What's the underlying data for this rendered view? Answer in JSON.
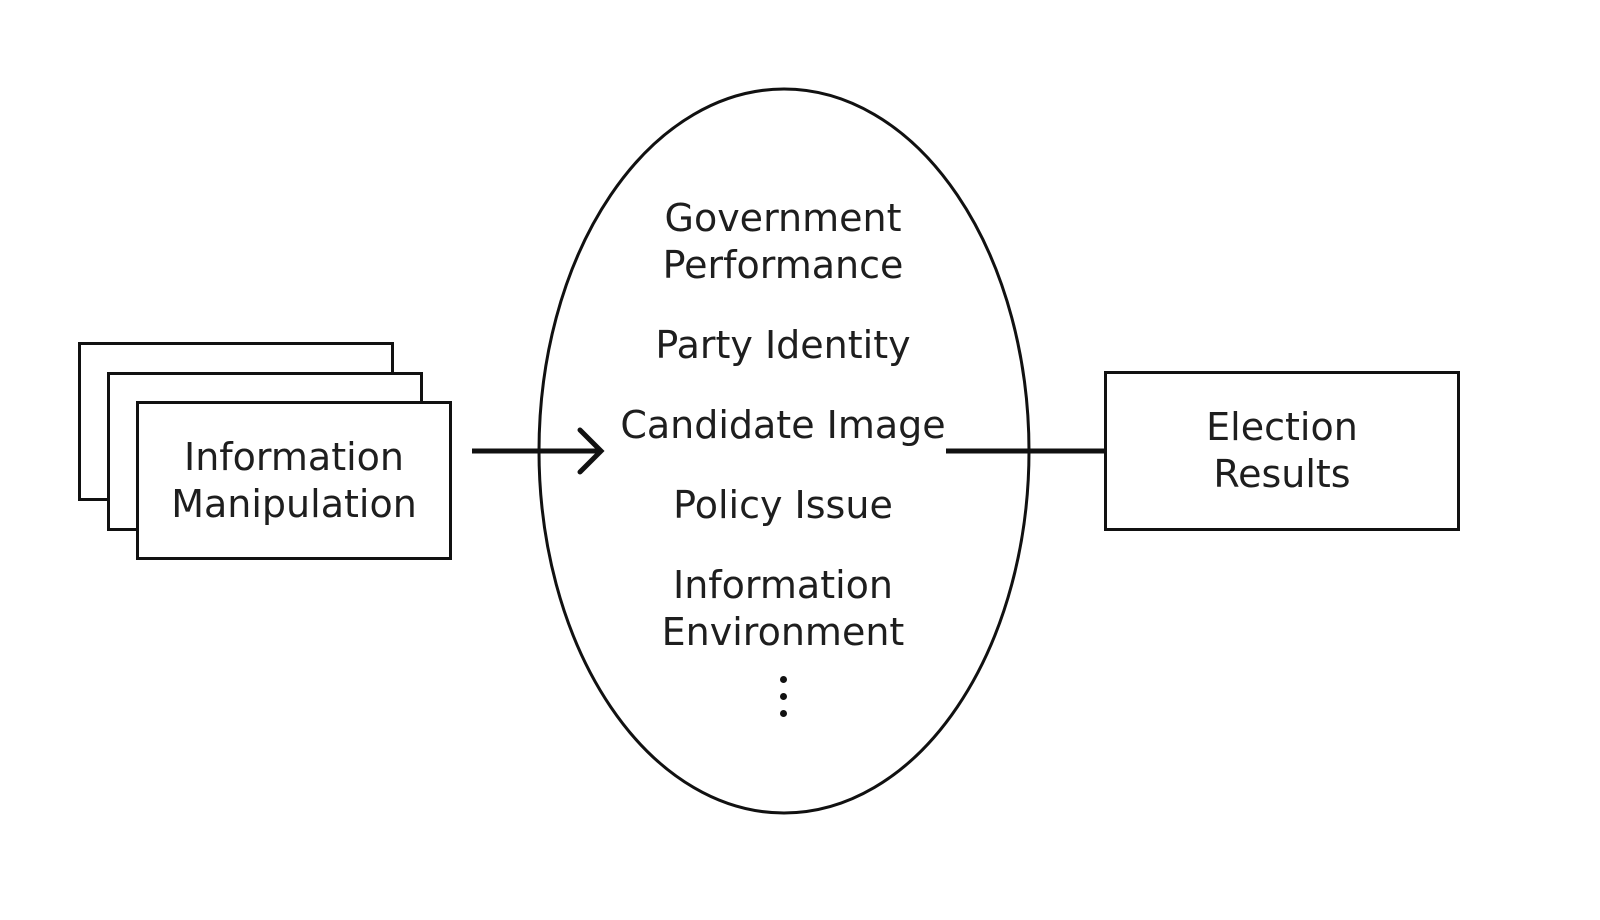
{
  "diagram": {
    "input": {
      "label": "Information\nManipulation"
    },
    "factors": [
      "Government\nPerformance",
      "Party Identity",
      "Candidate Image",
      "Policy Issue",
      "Information\nEnvironment"
    ],
    "output": {
      "label": "Election\nResults"
    },
    "colors": {
      "stroke": "#111111",
      "text": "#1e1e1e",
      "background": "#ffffff"
    }
  }
}
